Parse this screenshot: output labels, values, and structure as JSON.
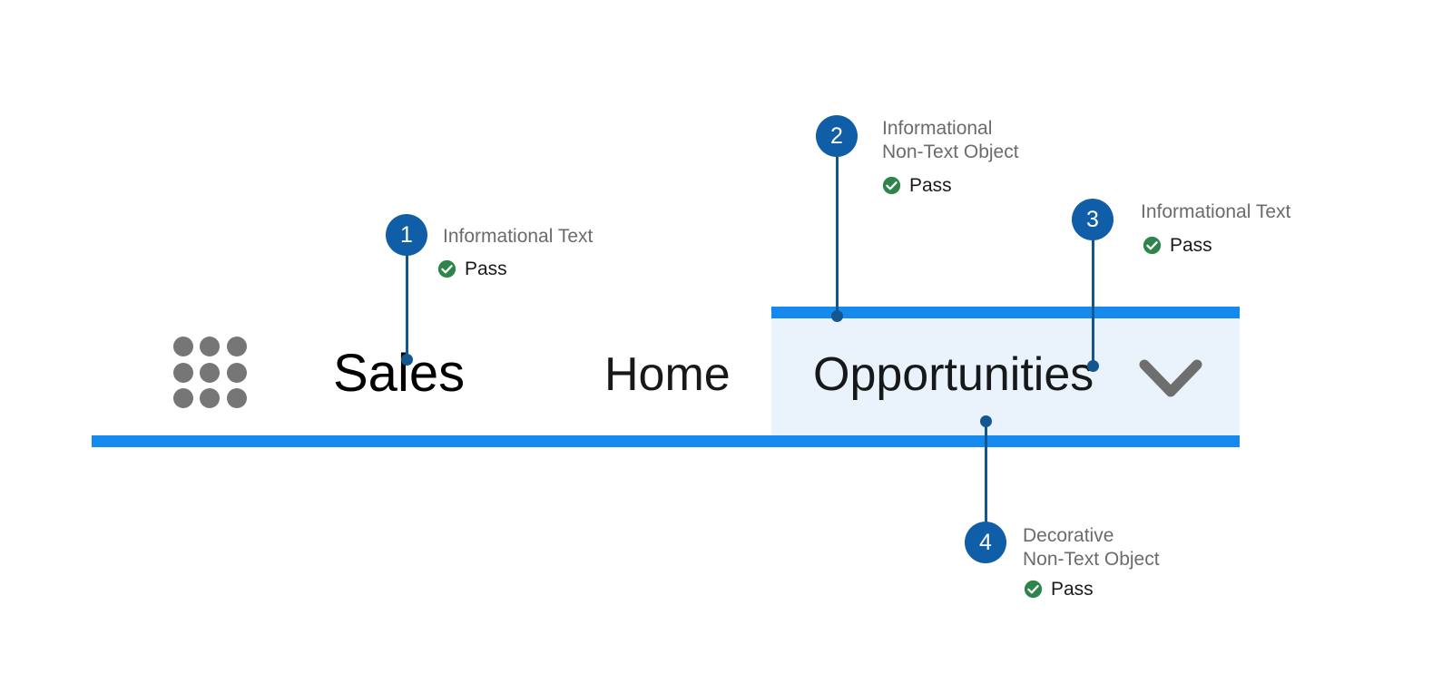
{
  "nav": {
    "app_launcher_icon": "app-launcher-grid-icon",
    "app_name": "Sales",
    "items": [
      {
        "label": "Home",
        "active": false
      },
      {
        "label": "Opportunities",
        "active": true
      }
    ],
    "dropdown_icon": "chevron-down-icon",
    "colors": {
      "accent_bar": "#1589EE",
      "active_tab_background": "#EAF3FC",
      "launcher_dot": "#767676",
      "chevron": "#6E6E6E",
      "app_name_text": "#000000",
      "nav_item_text": "#16181A"
    }
  },
  "annotations": {
    "badge_color": "#105DA8",
    "line_color": "#14568F",
    "pass_icon_color": "#2E844A",
    "label_color": "#6B6B6B",
    "items": [
      {
        "number": "1",
        "label": "Informational Text",
        "result": "Pass",
        "result_icon": "check-circle-icon",
        "target": "Sales app name text"
      },
      {
        "number": "2",
        "label": "Informational\nNon-Text Object",
        "result": "Pass",
        "result_icon": "check-circle-icon",
        "target": "Active tab top accent bar"
      },
      {
        "number": "3",
        "label": "Informational Text",
        "result": "Pass",
        "result_icon": "check-circle-icon",
        "target": "Opportunities tab label"
      },
      {
        "number": "4",
        "label": "Decorative\nNon-Text Object",
        "result": "Pass",
        "result_icon": "check-circle-icon",
        "target": "Active tab background fill"
      }
    ]
  }
}
